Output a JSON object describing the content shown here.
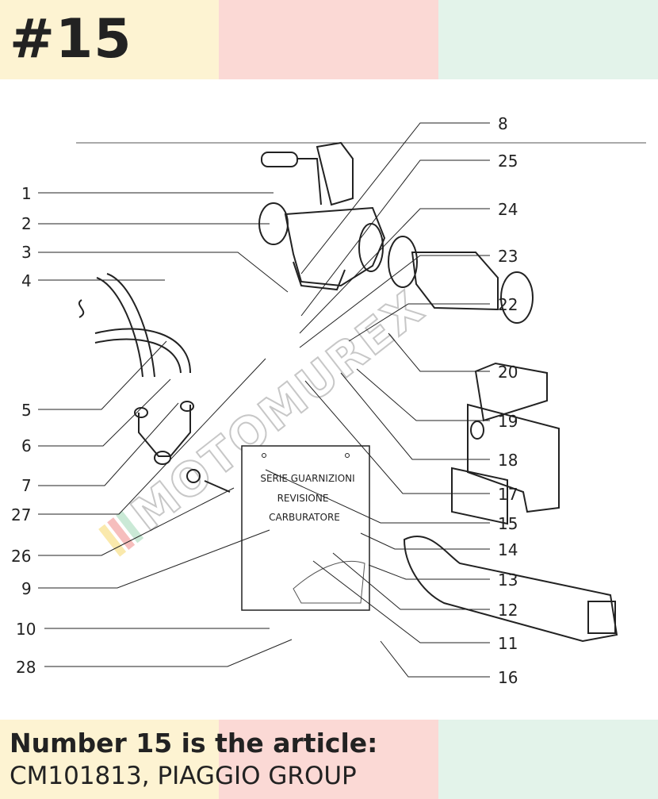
{
  "badge": "#15",
  "caption": {
    "line1": "Number 15 is the article:",
    "line2": "CM101813, PIAGGIO GROUP"
  },
  "kit_box": {
    "line1": "SERIE GUARNIZIONI",
    "line2": "REVISIONE",
    "line3": "CARBURATORE"
  },
  "watermark": "MOTOMUREX",
  "callouts": {
    "c1": "1",
    "c2": "2",
    "c3": "3",
    "c4": "4",
    "c5": "5",
    "c6": "6",
    "c7": "7",
    "c8": "8",
    "c9": "9",
    "c10": "10",
    "c11": "11",
    "c12": "12",
    "c13": "13",
    "c14": "14",
    "c15": "15",
    "c16": "16",
    "c17": "17",
    "c18": "18",
    "c19": "19",
    "c20": "20",
    "c22": "22",
    "c23": "23",
    "c24": "24",
    "c25": "25",
    "c26": "26",
    "c27": "27",
    "c28": "28"
  },
  "colors": {
    "ink": "#222222",
    "band_yellow": "#fdf3d2",
    "band_pink": "#fbd9d5",
    "band_green": "#e3f3ea"
  }
}
